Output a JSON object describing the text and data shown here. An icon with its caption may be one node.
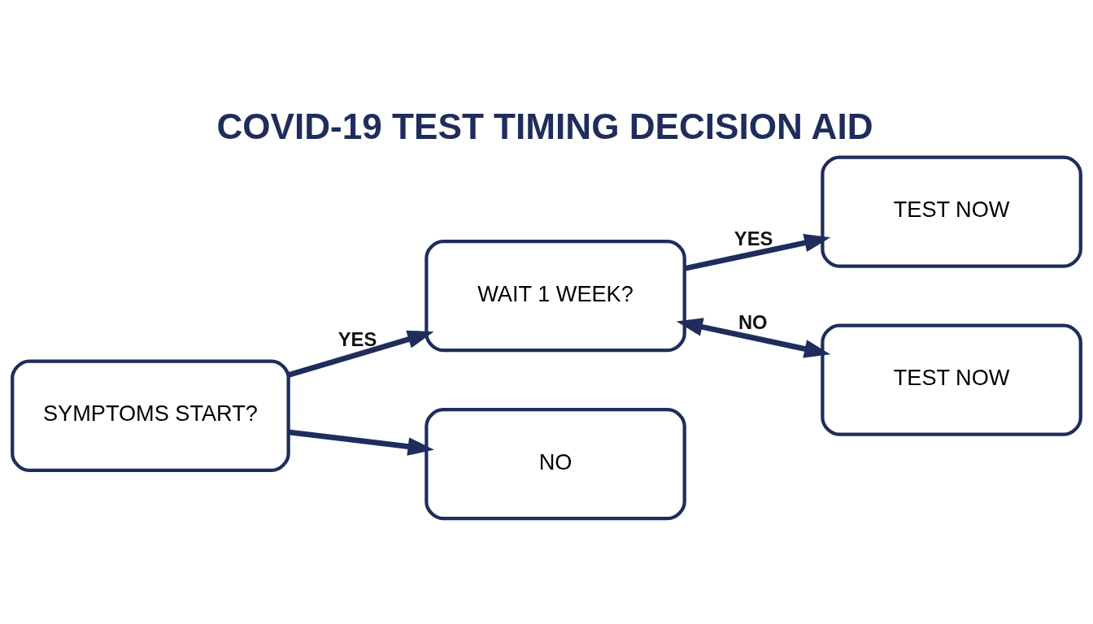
{
  "diagram": {
    "title": "COVID-19 TEST TIMING DECISION AID",
    "nodes": [
      {
        "text": [
          "SYMPTOMS START?"
        ]
      },
      {
        "text": [
          "WAIT 1 WEEK?"
        ]
      },
      {
        "text": [
          "TEST NOW"
        ]
      },
      {
        "text": [
          "NO"
        ]
      },
      {
        "text": [
          "TEST NOW"
        ]
      }
    ],
    "edges": [
      {
        "from": 0,
        "to": 1,
        "arrow": "to",
        "label": "YES"
      },
      {
        "from": 1,
        "to": 2,
        "arrow": "to",
        "label": "YES"
      },
      {
        "from": 0,
        "to": 3,
        "arrow": "to"
      },
      {
        "from": 1,
        "to": 4,
        "arrow": "both",
        "label": "NO"
      }
    ]
  }
}
